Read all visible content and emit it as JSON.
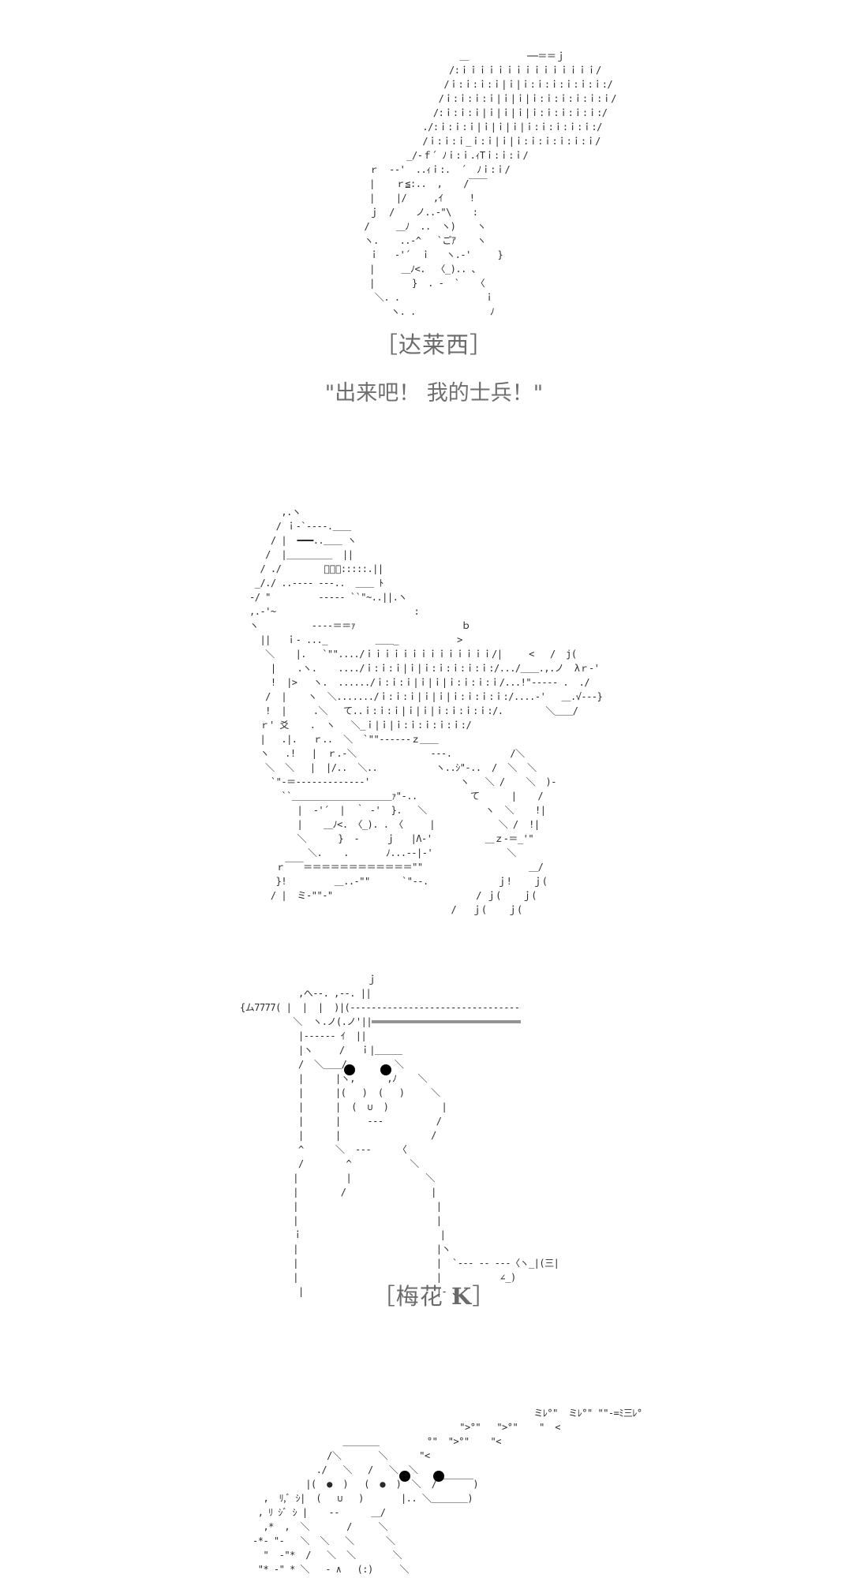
{
  "panels": [
    {
      "id": "panel-1",
      "description": "ascii-art-hand-holding-card",
      "art_lines": [
        "                    ＿           ──＝＝ｊ",
        "                  /:ｉｉｉｉｉｉｉｉｉｉｉｉｉｉｉ/",
        "                 /ｉ:ｉ:ｉ:ｉ|ｉ|ｉ:ｉ:ｉ:ｉ:ｉ:ｉ:/",
        "                /ｉ:ｉ:ｉ:ｉ|ｉ|ｉ|ｉ:ｉ:ｉ:ｉ:ｉ:ｉ/",
        "               /:ｉ:ｉ:ｉ|ｉ|ｉ|ｉ|ｉ:ｉ:ｉ:ｉ:ｉ:/",
        "             ./:ｉ:ｉ:ｉ|ｉ|ｉ|ｉ|ｉ:ｉ:ｉ:ｉ:ｉ:/",
        "             /ｉ:ｉ:ｉ_ｉ:ｉ|ｉ|ｉ:ｉ:ｉ:ｉ:ｉ:ｉ/",
        "          _/‐ｆ´ ﾉｉ:ｉ.ｨTｉ:ｉ:ｉ/",
        "   ｒ  ‐‐'  ..ｨｉ:.  ´  ﾉｉ:ｉ/",
        "   |    ｒ≦:..  ,    /￣￣",
        "   |    |/     ,ｲ     !",
        "   ｊ  /    ノ..‐\"\\    :",
        "  /     ＿ﾉ  ..  ヽ)    ヽ",
        "  ヽ.    ..‐^   `ごｱ    ヽ",
        "   ｉ   ‐'´  ｉ   ヽ.‐'     }",
        "   |     ＿ﾉ<.  〈_).. 、",
        "   |       }  . ‐  `   〈",
        "    ＼. .                ｉ",
        "       ヽ. .              ﾉ"
      ]
    },
    {
      "id": "panel-2",
      "description": "ascii-art-hat-figure-summoning-soldier",
      "art_lines": [
        "      ,.ヽ",
        "     / ｉ‐`‐‐‐‐.＿＿",
        "    / |  ━━━..＿＿ ヽ",
        "   /  |＿＿＿＿＿  ||",
        "  / ./        ﾟﾟﾟ:::::.||",
        " _/./ ..‐‐‐‐ ‐‐‐..  ＿＿ ﾄ",
        "‐/ \"         ‐‐‐‐‐ ``\"~..||.ヽ",
        ",.‐'~                          :",
        "ヽ          ‐‐‐‐＝＝ｧ                    ｂ",
        "  ||   ｉ‐ ..._         ＿＿_           >",
        "   ＼    |.   `\"\"..../ｉｉｉｉｉｉｉｉｉｉｉｉｉｉ/|     <   /  j(",
        "    |    .ヽ.    ..../ｉ:ｉ:ｉ|ｉ|ｉ:ｉ:ｉ:ｉ:ｉ:/.../＿＿.,.ノ  λｒ‐'",
        "    !  |>   ヽ.  ....../ｉ:ｉ:ｉ|ｉ|ｉ|ｉ:ｉ:ｉ:ｉ/...!\"‐‐‐‐‐ .  ./",
        "   /  |    ヽ  ＼......./ｉ:ｉ:ｉ|ｉ|ｉ|ｉ:ｉ:ｉ:ｉ:/....‐'   ＿.√‐‐‐}",
        "   !  |     .＼   て..ｉ:ｉ:ｉ|ｉ|ｉ|ｉ:ｉ:ｉ:ｉ:/.        ＼＿＿/",
        "  ｒ' 爻    .  ヽ   ＼_ｉ|ｉ|ｉ:ｉ:ｉ:ｉ:ｉ:/",
        "  |   .|.   ｒ..  ＼  `\"\"‐‐‐‐‐‐ｚ＿＿",
        "  ヽ   .!   |  ｒ.‐＼              ‐‐‐.           /＼",
        "   ＼  ＼   |  |/..  ＼..           ヽ..ｼ\"‐..  /  ＼  ＼",
        "    `\"‐＝‐‐‐‐‐‐‐‐‐‐‐‐‐'                 ヽ   ＼ /    ＼  )‐",
        "      ``＿＿＿＿＿＿＿＿＿＿＿ｧ\"‐..          て      |    /",
        "         |  ‐'´  |  ｀ ‐'  }.   ＼           ヽ  ＼    !|",
        "         |    ＿ﾉ<. 〈_). . 〈     |            ＼ /  !|",
        "         ＼      }  ‐     ｊ   |Λ‐'          ＿ｚ‐＝_'\"",
        "           ＼.    .       ﾉ...‐‐|‐'              ＼",
        "     ｒ￣￣＝＝＝＝＝＝＝＝＝＝＝＝\"\"                    ＿/",
        "     }!         ＿..‐\"\"      `\"‐‐.             ｊ!    ｊ(",
        "    / |  ミ‐\"\"‐\"                           / ｊ(    ｊ(",
        "                                      /   ｊ(    ｊ("
      ]
    },
    {
      "id": "panel-3",
      "description": "ascii-art-character-holding-sword",
      "art_lines": [
        "                        ｊ",
        "           ,へ‐‐. ,‐‐. ||",
        "{ム7777( |  |  |  )|(‐‐‐‐‐‐‐‐‐‐‐‐‐‐‐‐‐‐‐‐‐‐‐‐‐‐‐‐‐‐‐‐",
        "          ＼  ヽ.ノ(.ノ'||════════════════════════════",
        "           |‐‐‐‐‐‐ ｲ  ||",
        "           |ヽ     /   ｉ|＿＿＿",
        "           /  ＼＿＿/         ＼",
        "           |      |ヽ,      ,ﾉ    ＼",
        "           |      |(   )  (   )     ＼",
        "           |      |  (  ∪  )          |",
        "           |      |     ‐‐‐          /",
        "           |      |                 /",
        "           ^      ＼  ‐‐‐     〈",
        "           /        ^           ＼",
        "          |         |              ＼",
        "          |        /                |",
        "          |                          |",
        "          |                          |",
        "          ｉ                          |",
        "          |                          |ヽ",
        "          |                          |  `‐‐‐ ‐‐ ‐‐‐〈ヽ_|(三|",
        "          |                          |           ∠_)",
        "           |                         |‐ 、"
      ],
      "eyes": 2
    },
    {
      "id": "panel-4",
      "description": "ascii-art-character-sword-slash",
      "art_lines": [
        "                                                     ミﾚ°\"  ミﾚ°\" \"\"‐=ﾐ三ﾚ°",
        "                                       \">°\"   \">°\"    \"  <",
        "                 ＿＿＿＿         °\"  \">°\"    \"<",
        "              /＼       ＼      \"<",
        "            ./   ＼   /   ＼  ＼",
        "          |(  ●  )   (  ●  )  ＼  /￣￣￣￣)",
        "  ,  ﾘ,ﾞ ｼ|  (   ∪   )       |.. ＼＿＿＿＿)",
        " , ﾘ ｼﾞ ｼ |    ‐‐      ＿/",
        "  ,*  ,  ＼       /     ＼",
        "‐*‐ \"‐   ＼  ＼   ＼      ＼",
        "  \"  ‐\"*  /   ＼  ＼       ＼",
        " \"* ‐\" * ＼   ‐ ∧   (:)     ＼"
      ],
      "eyes": 2
    }
  ],
  "captions": {
    "name_1": "［达莱西］",
    "quote_1": "\"出来吧！ 我的士兵！\"",
    "name_3_prefix": "［梅花 ",
    "name_3_bold": "K",
    "name_3_suffix": "］"
  }
}
